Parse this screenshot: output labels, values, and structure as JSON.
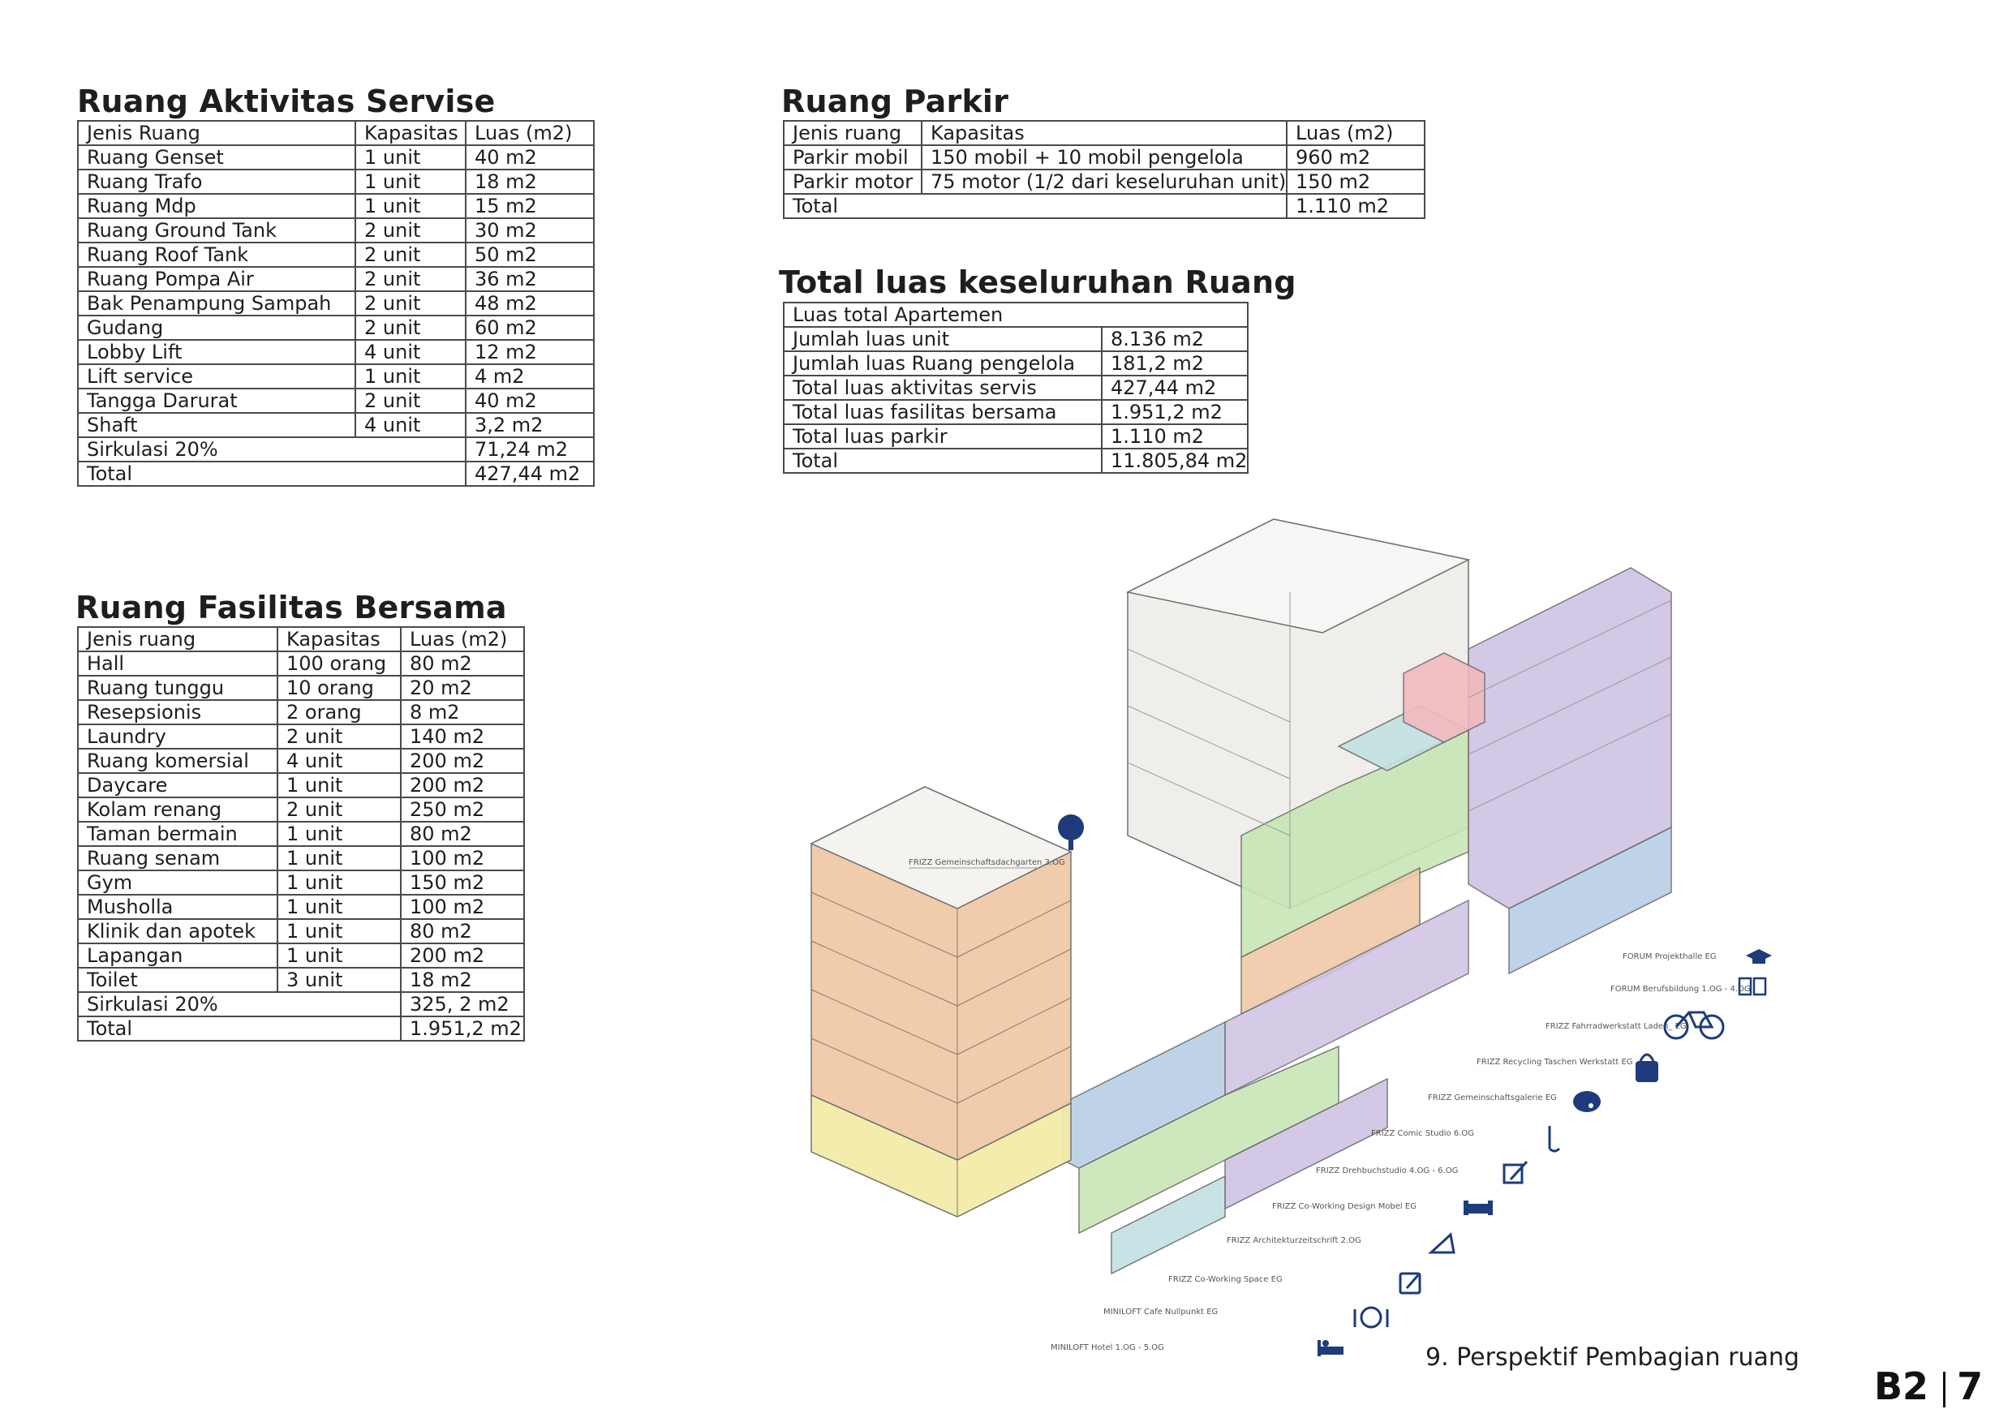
{
  "servis": {
    "title": "Ruang Aktivitas Servise",
    "headers": [
      "Jenis Ruang",
      "Kapasitas",
      "Luas (m2)"
    ],
    "rows": [
      [
        "Ruang Genset",
        "1 unit",
        "40 m2"
      ],
      [
        "Ruang Trafo",
        "1 unit",
        "18 m2"
      ],
      [
        "Ruang Mdp",
        "1 unit",
        "15 m2"
      ],
      [
        "Ruang Ground Tank",
        "2 unit",
        "30 m2"
      ],
      [
        "Ruang Roof Tank",
        "2 unit",
        "50 m2"
      ],
      [
        "Ruang Pompa Air",
        "2 unit",
        "36 m2"
      ],
      [
        "Bak Penampung Sampah",
        "2 unit",
        "48 m2"
      ],
      [
        "Gudang",
        "2 unit",
        "60 m2"
      ],
      [
        "Lobby Lift",
        "4 unit",
        "12 m2"
      ],
      [
        "Lift service",
        "1 unit",
        "4 m2"
      ],
      [
        "Tangga Darurat",
        "2 unit",
        "40 m2"
      ],
      [
        "Shaft",
        "4 unit",
        "3,2 m2"
      ]
    ],
    "sirkulasi_label": "Sirkulasi 20%",
    "sirkulasi_value": "71,24 m2",
    "total_label": "Total",
    "total_value": "427,44 m2"
  },
  "fasilitas": {
    "title": "Ruang Fasilitas Bersama",
    "headers": [
      "Jenis ruang",
      "Kapasitas",
      "Luas (m2)"
    ],
    "rows": [
      [
        "Hall",
        "100 orang",
        "80 m2"
      ],
      [
        "Ruang tunggu",
        "10 orang",
        "20 m2"
      ],
      [
        "Resepsionis",
        "2 orang",
        "8 m2"
      ],
      [
        "Laundry",
        "2 unit",
        "140 m2"
      ],
      [
        "Ruang komersial",
        "4 unit",
        "200 m2"
      ],
      [
        "Daycare",
        "1 unit",
        "200 m2"
      ],
      [
        "Kolam renang",
        "2 unit",
        "250 m2"
      ],
      [
        "Taman bermain",
        "1 unit",
        "80 m2"
      ],
      [
        "Ruang senam",
        "1 unit",
        "100 m2"
      ],
      [
        "Gym",
        "1 unit",
        "150 m2"
      ],
      [
        "Musholla",
        "1 unit",
        "100 m2"
      ],
      [
        "Klinik dan apotek",
        "1 unit",
        "80 m2"
      ],
      [
        "Lapangan",
        "1 unit",
        "200 m2"
      ],
      [
        "Toilet",
        "3 unit",
        "18 m2"
      ]
    ],
    "sirkulasi_label": "Sirkulasi 20%",
    "sirkulasi_value": "325, 2 m2",
    "total_label": "Total",
    "total_value": "1.951,2 m2"
  },
  "parkir": {
    "title": "Ruang Parkir",
    "headers": [
      "Jenis ruang",
      "Kapasitas",
      "Luas (m2)"
    ],
    "rows": [
      [
        "Parkir mobil",
        "150 mobil + 10 mobil pengelola",
        "960 m2"
      ],
      [
        "Parkir motor",
        "75 motor (1/2 dari keseluruhan unit)",
        "150 m2"
      ]
    ],
    "total_label": "Total",
    "total_value": "1.110 m2"
  },
  "total": {
    "title": "Total luas keseluruhan Ruang",
    "header": "Luas total Apartemen",
    "rows": [
      [
        "Jumlah luas unit",
        "8.136 m2"
      ],
      [
        "Jumlah luas Ruang pengelola",
        "181,2 m2"
      ],
      [
        "Total luas aktivitas servis",
        "427,44 m2"
      ],
      [
        "Total luas fasilitas bersama",
        "1.951,2 m2"
      ],
      [
        "Total luas parkir",
        "1.110 m2"
      ],
      [
        "Total",
        "11.805,84 m2"
      ]
    ]
  },
  "illustration": {
    "labels": [
      "FRIZZ Gemeinschaftsdachgarten 3.OG",
      "FORUM Projekthalle EG",
      "FORUM Berufsbildung 1.OG - 4.OG",
      "FRIZZ Fahrradwerkstatt Laden_ EG",
      "FRIZZ Recycling Taschen Werkstatt EG",
      "FRIZZ Gemeinschaftsgalerie EG",
      "FRIZZ Comic Studio 6.OG",
      "FRIZZ Drehbuchstudio 4.OG - 6.OG",
      "FRIZZ Co-Working Design Mobel EG",
      "FRIZZ Architekturzeitschrift 2.OG",
      "FRIZZ Co-Working Space EG",
      "MINILOFT Cafe Nullpunkt EG",
      "MINILOFT Hotel 1.OG - 5.OG"
    ],
    "icons": [
      "tree-icon",
      "graduation-cap-icon",
      "book-icon",
      "bicycle-icon",
      "bag-icon",
      "palette-icon",
      "pen-icon",
      "edit-icon",
      "sofa-icon",
      "ruler-icon",
      "note-icon",
      "plate-icon",
      "bed-icon"
    ],
    "icon_color": "#1f3b7a",
    "zone_colors": {
      "orange": "#f0c9a8",
      "yellow": "#f3eba8",
      "green": "#c9e6b8",
      "blue": "#b9cfe6",
      "purple": "#cfc3e3",
      "teal": "#c3e1e3",
      "red": "#f2b9bf",
      "grey": "#e9e7e2"
    }
  },
  "caption": "9. Perspektif Pembagian ruang",
  "page": {
    "section": "B2",
    "number": "7"
  }
}
